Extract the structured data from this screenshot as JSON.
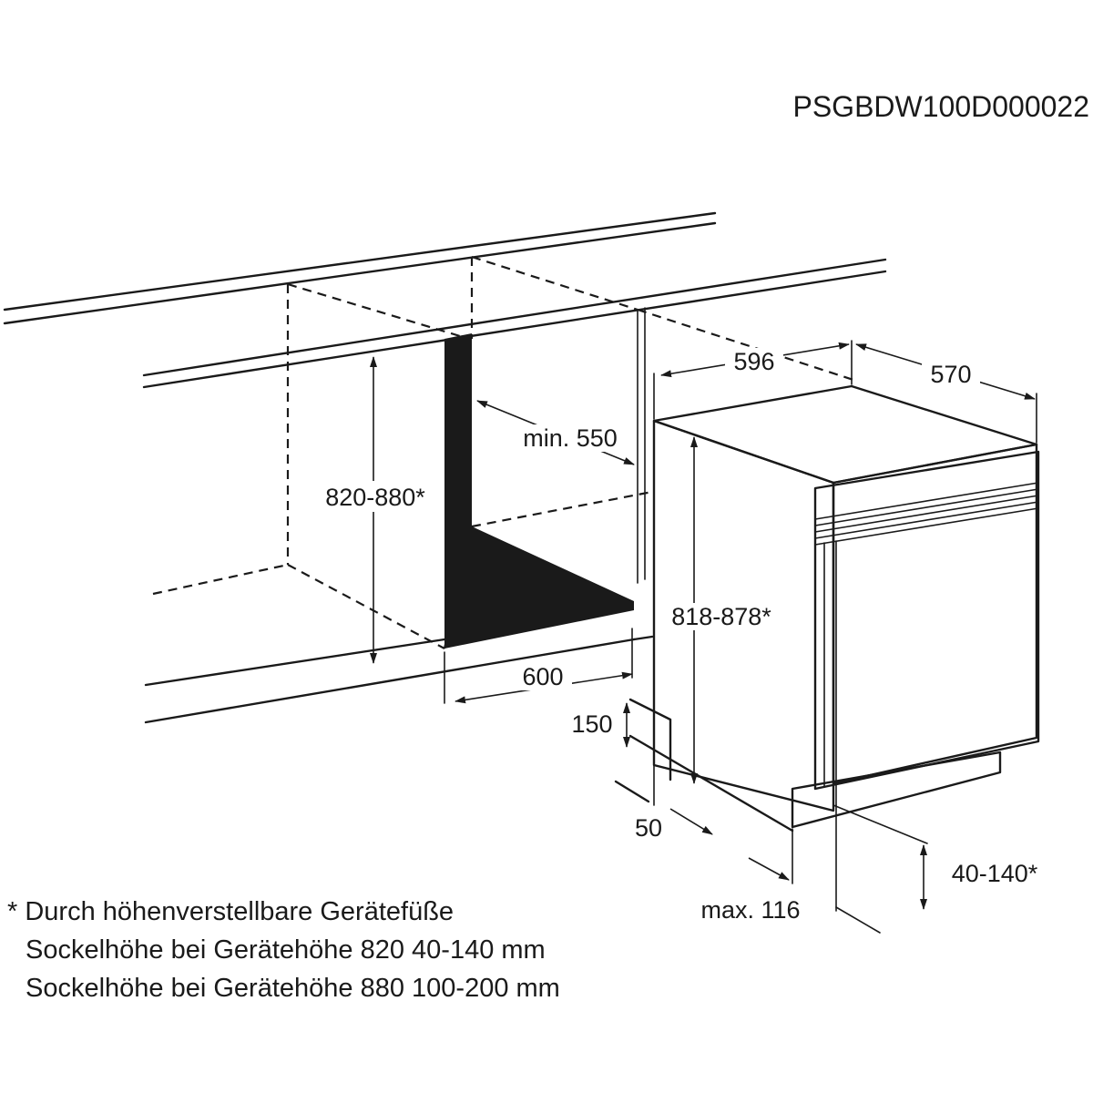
{
  "drawing_code": "PSGBDW100D000022",
  "dimensions": {
    "width_unit": "596",
    "depth_unit": "570",
    "min_depth_niche": "min. 550",
    "niche_height": "820-880*",
    "niche_width": "600",
    "unit_height": "818-878*",
    "plinth_cutout_height": "150",
    "plinth_cutout_depth": "50",
    "plinth_height": "40-140*",
    "plinth_max": "max. 116"
  },
  "footnote": {
    "line1": "* Durch höhenverstellbare Gerätefüße",
    "line2": "Sockelhöhe bei Gerätehöhe 820 40-140 mm",
    "line3": "Sockelhöhe bei Gerätehöhe 880 100-200 mm"
  },
  "colors": {
    "ink": "#1a1a1a",
    "background": "#ffffff"
  }
}
